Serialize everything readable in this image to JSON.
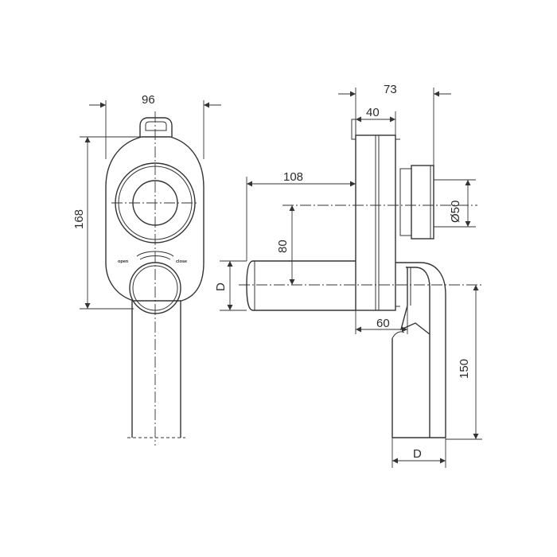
{
  "dimensions": {
    "front_width": "96",
    "front_height": "168",
    "side_depth_total": "73",
    "side_depth_inner": "40",
    "outlet_length": "108",
    "inlet_diameter": "Ø50",
    "inlet_offset": "80",
    "pipe_diameter_left": "D",
    "bend_offset": "60",
    "drop_height": "150",
    "pipe_diameter_bottom": "D"
  },
  "valve_labels": {
    "open": "open",
    "close": "close"
  }
}
